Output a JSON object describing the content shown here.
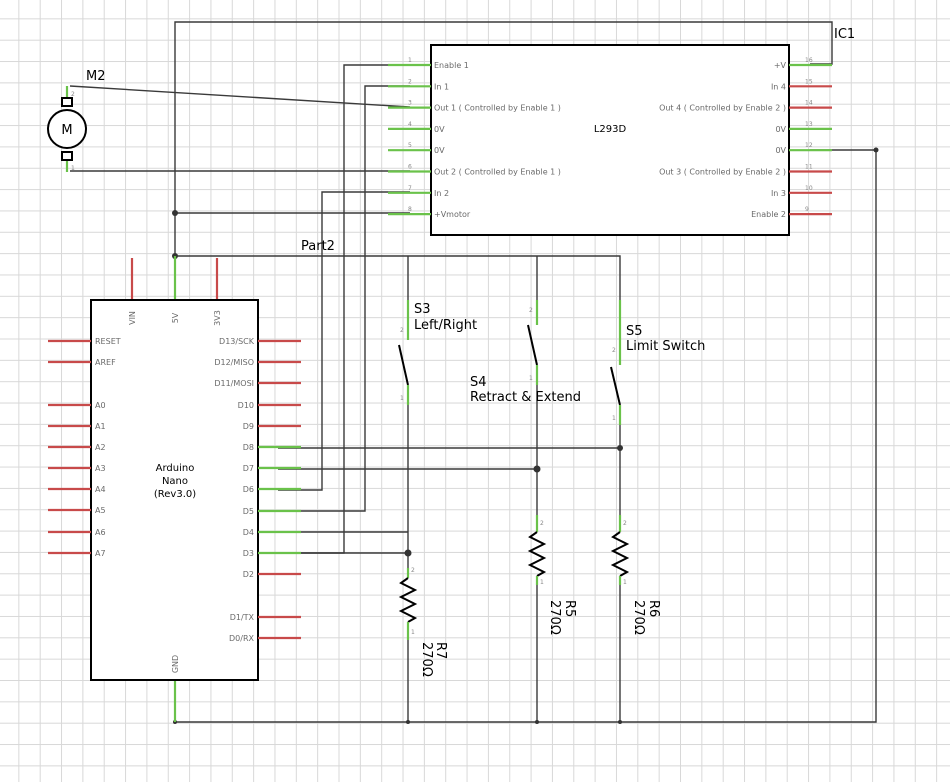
{
  "ic1": {
    "ref": "IC1",
    "name": "L293D",
    "left_pins": [
      {
        "num": "1",
        "label": "Enable 1"
      },
      {
        "num": "2",
        "label": "In 1"
      },
      {
        "num": "3",
        "label": "Out 1 ( Controlled by Enable 1 )"
      },
      {
        "num": "4",
        "label": "0V"
      },
      {
        "num": "5",
        "label": "0V"
      },
      {
        "num": "6",
        "label": "Out 2 ( Controlled by Enable 1 )"
      },
      {
        "num": "7",
        "label": "In 2"
      },
      {
        "num": "8",
        "label": "+Vmotor"
      }
    ],
    "right_pins": [
      {
        "num": "16",
        "label": "+V"
      },
      {
        "num": "15",
        "label": "In 4"
      },
      {
        "num": "14",
        "label": "Out 4 ( Controlled by Enable 2 )"
      },
      {
        "num": "13",
        "label": "0V"
      },
      {
        "num": "12",
        "label": "0V"
      },
      {
        "num": "11",
        "label": "Out 3 ( Controlled by Enable 2 )"
      },
      {
        "num": "10",
        "label": "In 3"
      },
      {
        "num": "9",
        "label": "Enable 2"
      }
    ]
  },
  "motor": {
    "ref": "M2",
    "symbol": "M",
    "pin_top": "2",
    "pin_bottom": "1"
  },
  "arduino": {
    "ref": "Part2",
    "name_line1": "Arduino",
    "name_line2": "Nano",
    "name_line3": "(Rev3.0)",
    "top_pins": [
      "VIN",
      "5V",
      "3V3"
    ],
    "bottom_pin": "GND",
    "left_pins": [
      "RESET",
      "AREF",
      "A0",
      "A1",
      "A2",
      "A3",
      "A4",
      "A5",
      "A6",
      "A7"
    ],
    "right_pins": [
      "D13/SCK",
      "D12/MISO",
      "D11/MOSI",
      "D10",
      "D9",
      "D8",
      "D7",
      "D6",
      "D5",
      "D4",
      "D3",
      "D2",
      "D1/TX",
      "D0/RX"
    ]
  },
  "switches": [
    {
      "ref": "S3",
      "desc": "Left/Right"
    },
    {
      "ref": "S4",
      "desc": "Retract & Extend"
    },
    {
      "ref": "S5",
      "desc": "Limit Switch"
    }
  ],
  "resistors": [
    {
      "ref": "R7",
      "value": "270Ω"
    },
    {
      "ref": "R5",
      "value": "270Ω"
    },
    {
      "ref": "R6",
      "value": "270Ω"
    }
  ],
  "pin_numbers": {
    "one": "1",
    "two": "2"
  }
}
